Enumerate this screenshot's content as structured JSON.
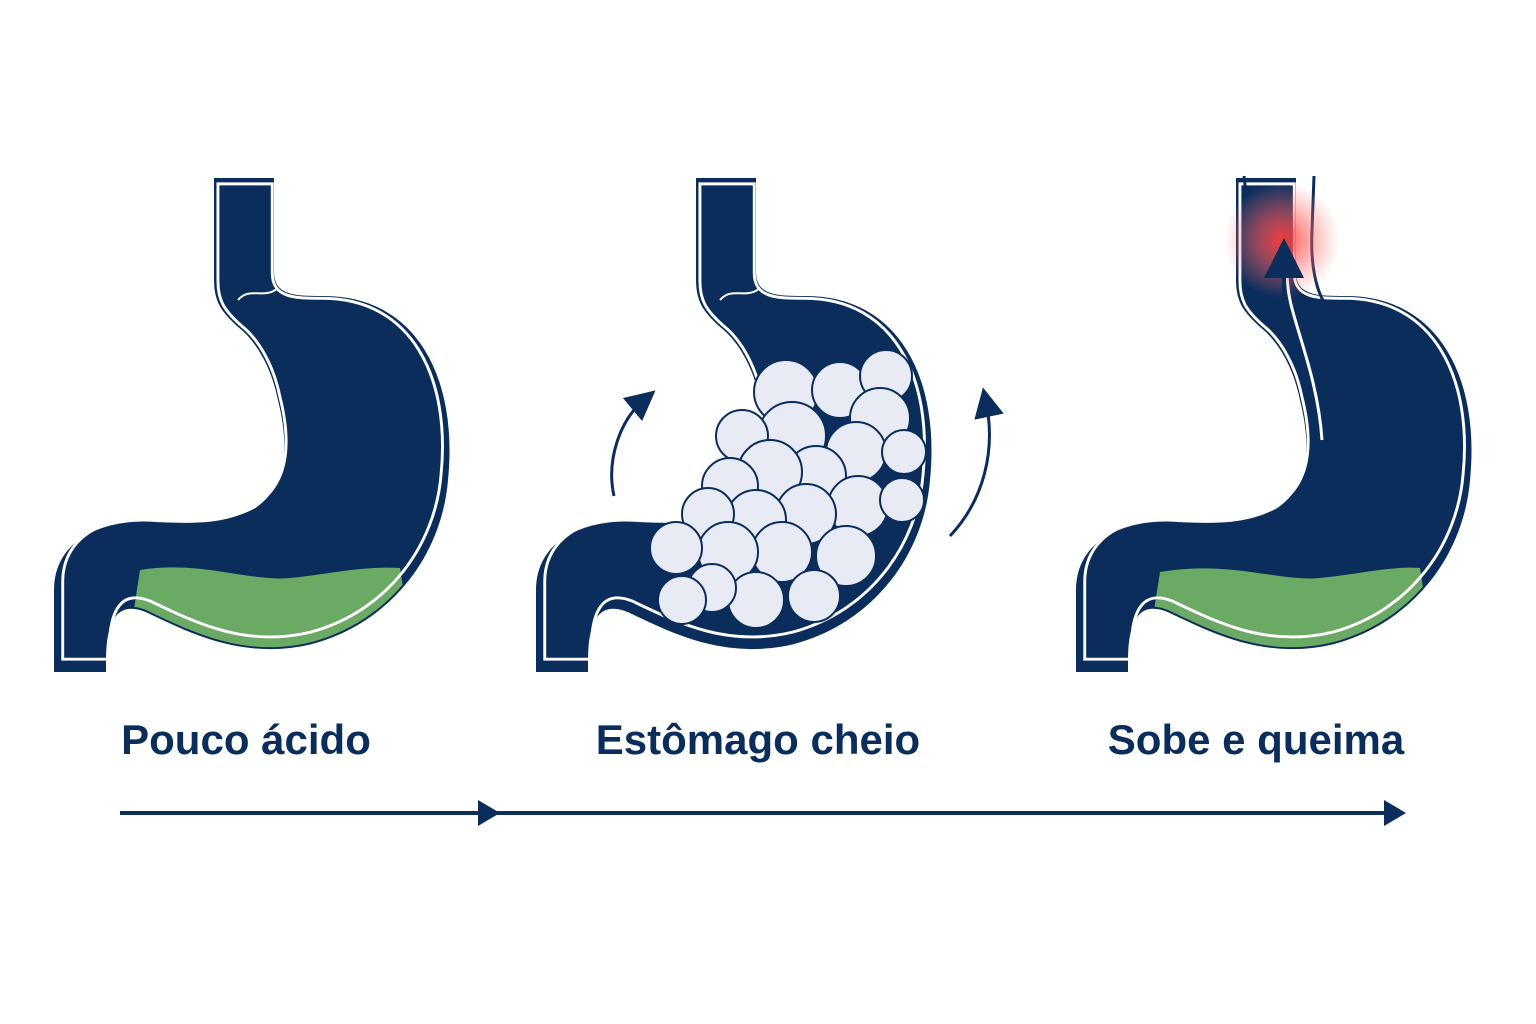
{
  "steps": [
    {
      "label": "Pouco ácido"
    },
    {
      "label": "Estômago cheio"
    },
    {
      "label": "Sobe e queima"
    }
  ],
  "colors": {
    "navy": "#0b2d5c",
    "acid_green": "#6aaa64",
    "food_bubble": "#e8ebf3",
    "burn_red": "#ff3a3a",
    "background": "#ffffff"
  }
}
